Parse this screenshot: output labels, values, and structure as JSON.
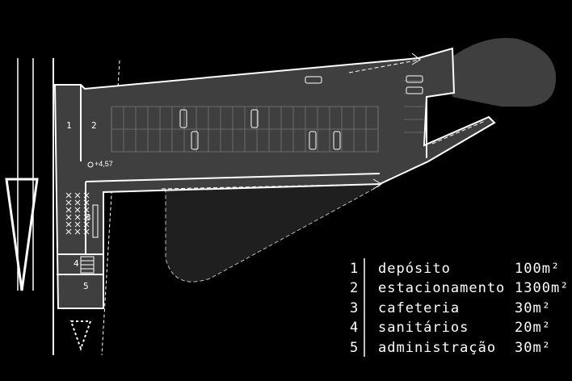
{
  "plan": {
    "level_mark": "+4,57",
    "room_numbers": [
      "1",
      "2",
      "3",
      "4",
      "5"
    ]
  },
  "legend": {
    "items": [
      {
        "num": "1",
        "name": "depósito",
        "area": "100m²"
      },
      {
        "num": "2",
        "name": "estacionamento",
        "area": "1300m²"
      },
      {
        "num": "3",
        "name": "cafeteria",
        "area": "30m²"
      },
      {
        "num": "4",
        "name": "sanitários",
        "area": "20m²"
      },
      {
        "num": "5",
        "name": "administração",
        "area": "30m²"
      }
    ]
  },
  "colors": {
    "background": "#000000",
    "floor": "#3f3f3f",
    "line": "#ffffff"
  }
}
